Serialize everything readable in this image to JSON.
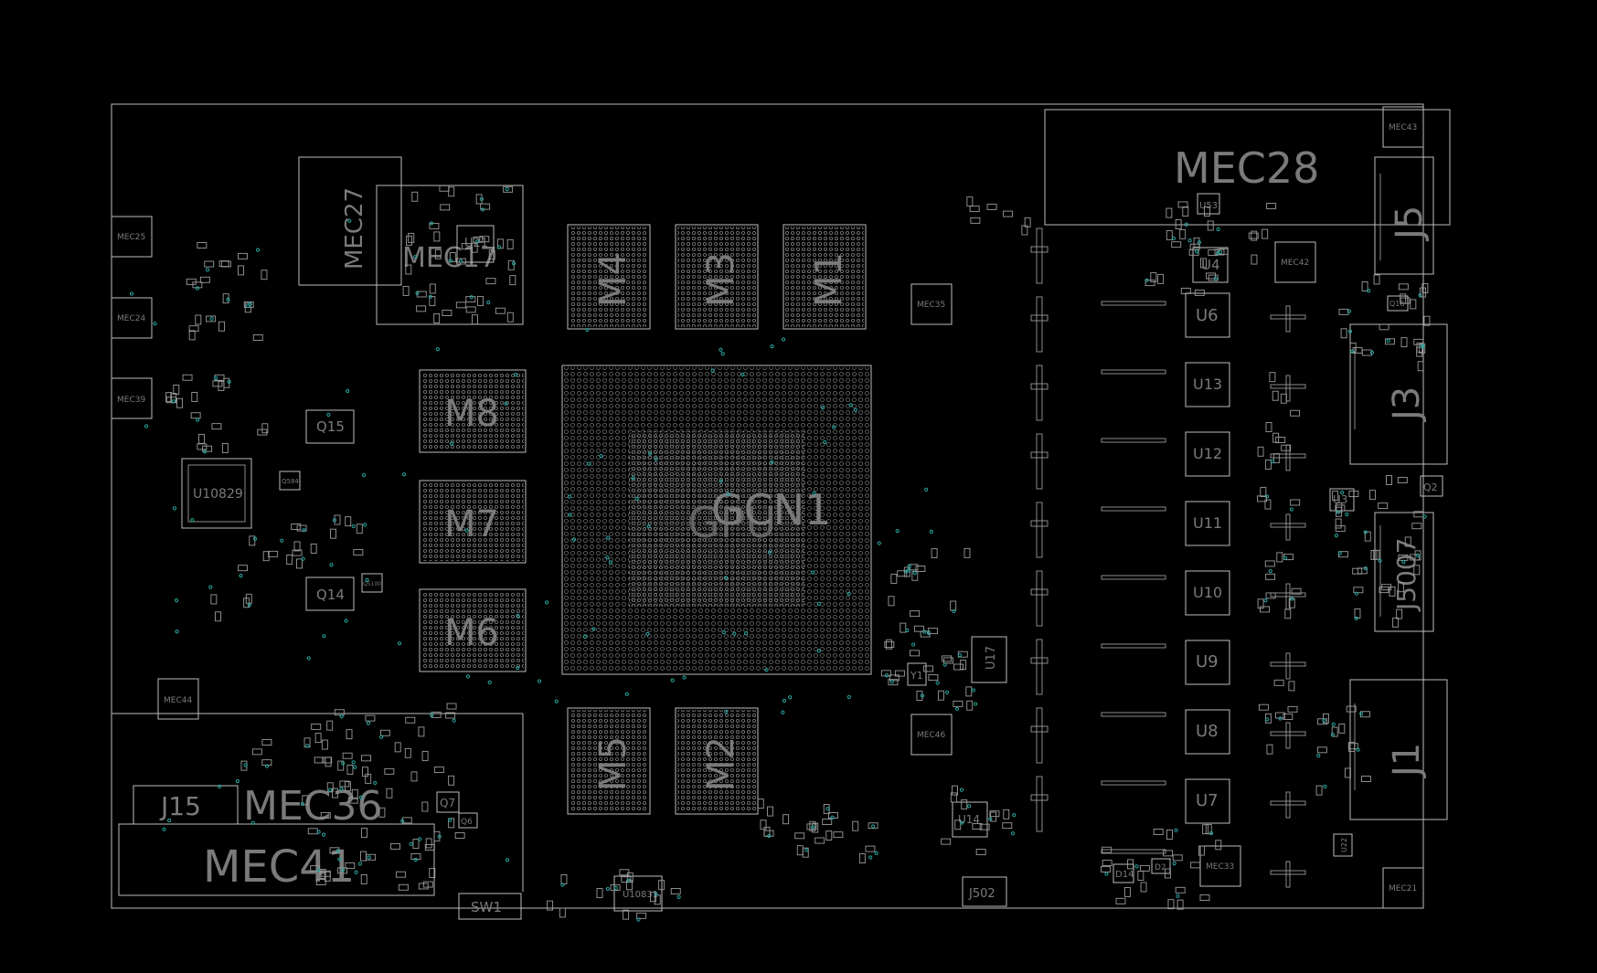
{
  "view": {
    "background": "#000000",
    "outline_color": "#bdbdbd",
    "label_color": "#7a7a7a",
    "via_color": "#2aa6a0"
  },
  "labels": {
    "mec28": "MEC28",
    "j5": "J5",
    "j3": "J3",
    "j5007": "J5007",
    "j1": "J1",
    "m4": "M4",
    "m3": "M3",
    "m1": "M1",
    "m8": "M8",
    "m7": "M7",
    "m6": "M6",
    "m5": "M5",
    "m2": "M2",
    "gpu_a": "GCN1",
    "gpu_b": "GPU",
    "mec27": "MEC27",
    "mec17": "MEC17",
    "u21": "U21",
    "mec25": "MEC25",
    "mec24": "MEC24",
    "mec39": "MEC39",
    "mec44": "MEC44",
    "q15": "Q15",
    "u10829": "U10829",
    "q14": "Q14",
    "q584": "Q584",
    "q5100": "Q5100",
    "mec35": "MEC35",
    "mec46": "MEC46",
    "mec43": "MEC43",
    "mec42": "MEC42",
    "u53": "U53",
    "u4": "U4",
    "u6": "U6",
    "u13": "U13",
    "u12": "U12",
    "u11": "U11",
    "u10": "U10",
    "u9": "U9",
    "u8": "U8",
    "u7": "U7",
    "u3": "U3",
    "q2": "Q2",
    "u17": "U17",
    "y1": "Y1",
    "u14": "U14",
    "u10831": "U10831",
    "j502": "J502",
    "d14": "D14",
    "mec33": "MEC33",
    "mec21": "MEC21",
    "j15": "J15",
    "mec36": "MEC36",
    "mec41": "MEC41",
    "sw1": "SW1",
    "q7": "Q7",
    "q6": "Q6",
    "u22": "U22",
    "q16": "Q16",
    "u13b": "U13",
    "u12b": "U12",
    "d2": "D2"
  }
}
